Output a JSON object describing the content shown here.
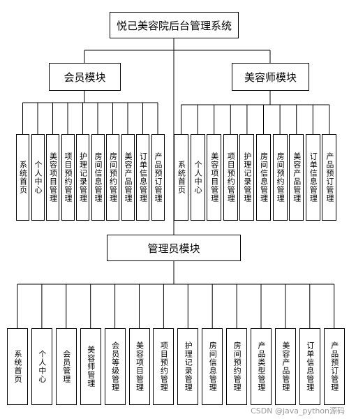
{
  "title": "悦己美容院后台管理系统",
  "member": {
    "label": "会员模块",
    "items": [
      "系统首页",
      "个人中心",
      "美容项目管理",
      "项目预约管理",
      "护理记录管理",
      "房间信息管理",
      "房间预约管理",
      "美容产品管理",
      "订单信息管理",
      "产品预订管理"
    ]
  },
  "beautician": {
    "label": "美容师模块",
    "items": [
      "系统首页",
      "个人中心",
      "美容项目管理",
      "项目预约管理",
      "护理记录管理",
      "房间信息管理",
      "房间预约管理",
      "美容产品管理",
      "订单信息管理",
      "产品预订管理"
    ]
  },
  "admin": {
    "label": "管理员模块",
    "items": [
      "系统首页",
      "个人中心",
      "会员管理",
      "美容师管理",
      "会员等级管理",
      "美容项目管理",
      "项目预约管理",
      "护理记录管理",
      "房间信息管理",
      "房间预约管理",
      "产品类型管理",
      "美容产品管理",
      "订单信息管理",
      "产品预订管理"
    ]
  },
  "watermark": "CSDN @java_python源码"
}
